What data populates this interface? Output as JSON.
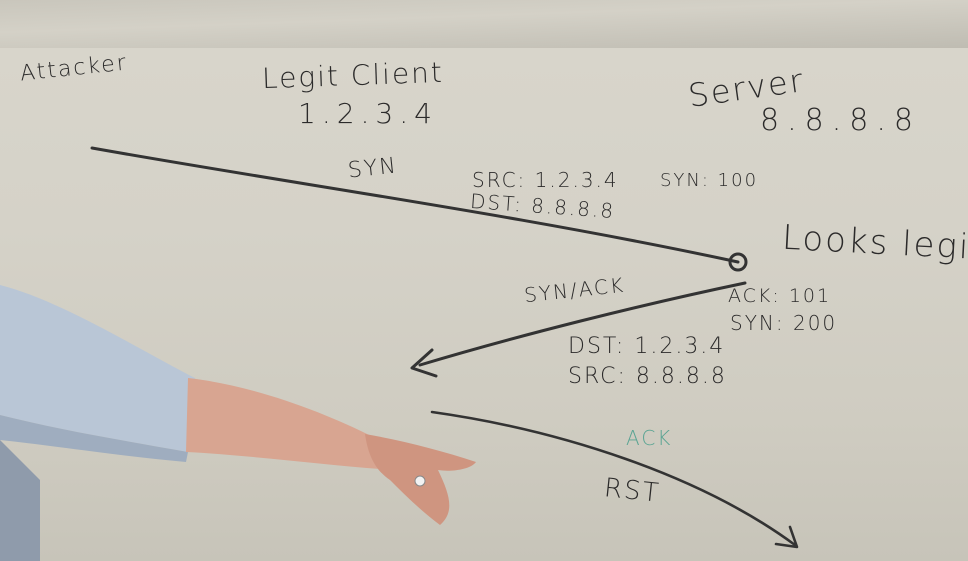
{
  "labels": {
    "attacker": "Attacker",
    "legit_client": "Legit Client",
    "client_ip": "1.2.3.4",
    "server": "Server",
    "server_ip": "8.8.8.8",
    "syn": "SYN",
    "syn_src": "SRC: 1.2.3.4",
    "syn_dst": "DST: 8.8.8.8",
    "syn_seq": "SYN: 100",
    "looks_legit": "Looks legit",
    "synack": "SYN/ACK",
    "ack_num": "ACK: 101",
    "syn_seq2": "SYN: 200",
    "synack_dst": "DST: 1.2.3.4",
    "synack_src": "SRC: 8.8.8.8",
    "ack": "ACK",
    "rst": "RST"
  },
  "colors": {
    "marker": "#2b2a2a",
    "teal_marker": "#5aa493",
    "board": "#d5d2c8",
    "sleeve": "#b9c6d6",
    "skin": "#d8a591"
  }
}
